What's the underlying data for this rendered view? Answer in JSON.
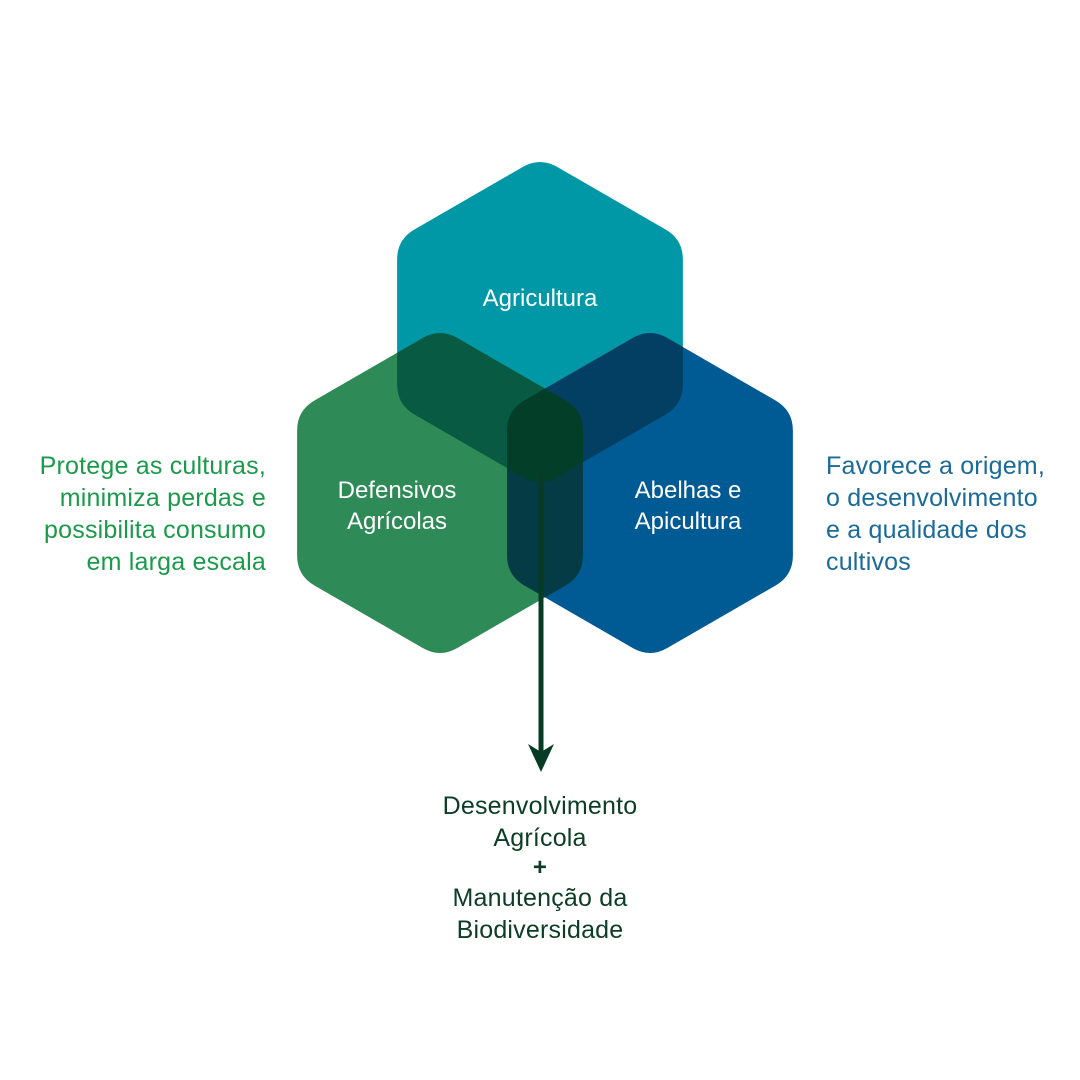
{
  "colors": {
    "agricultura": "#0097a7",
    "defensivos": "#2e8b57",
    "abelhas": "#005a93",
    "overlap_agri_def": "#085a42",
    "overlap_agri_abe": "#033f63",
    "overlap_def_abe": "#043b44",
    "overlap_center": "#033f28",
    "arrow": "#073b26",
    "left_text": "#1a9a4a",
    "right_text": "#1a6a9a",
    "result_text": "#0c3d25"
  },
  "hexagons": {
    "agricultura": {
      "lines": [
        "Agricultura"
      ]
    },
    "defensivos": {
      "lines": [
        "Defensivos",
        "Agrícolas"
      ]
    },
    "abelhas": {
      "lines": [
        "Abelhas e",
        "Apicultura"
      ]
    }
  },
  "left_text": {
    "lines": [
      "Protege as culturas,",
      "minimiza perdas e",
      "possibilita consumo",
      "em larga escala"
    ]
  },
  "right_text": {
    "lines": [
      "Favorece a origem,",
      "o desenvolvimento",
      "e a qualidade dos",
      "cultivos"
    ]
  },
  "result": {
    "line1": "Desenvolvimento",
    "line2": "Agrícola",
    "plus": "+",
    "line3": "Manutenção da",
    "line4": "Biodiversidade"
  }
}
